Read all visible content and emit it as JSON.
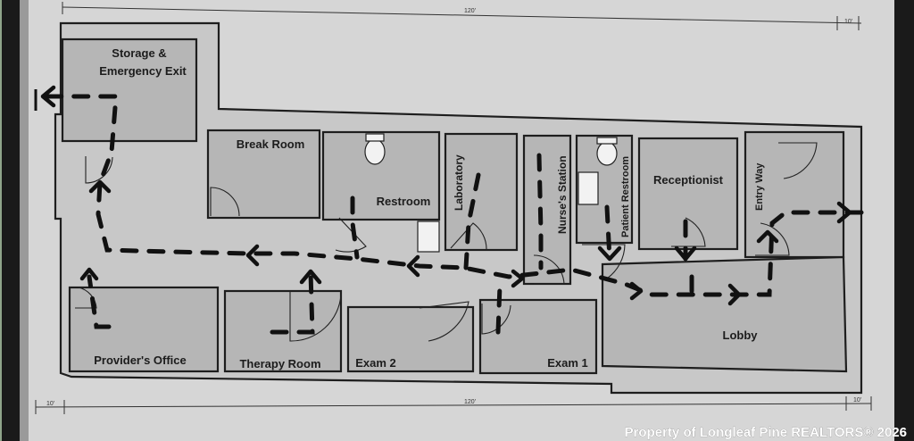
{
  "rooms": {
    "storage_line1": "Storage &",
    "storage_line2": "Emergency Exit",
    "break_room": "Break Room",
    "restroom": "Restroom",
    "laboratory": "Laboratory",
    "nurses_station": "Nurse's Station",
    "patient_restroom": "Patient Restroom",
    "receptionist": "Receptionist",
    "entry_way": "Entry Way",
    "lobby": "Lobby",
    "providers_office": "Provider's Office",
    "therapy_room": "Therapy Room",
    "exam_2": "Exam 2",
    "exam_1": "Exam 1"
  },
  "dimensions": {
    "top_main": "120'",
    "top_right": "10'",
    "bottom_left": "10'",
    "bottom_main": "120'",
    "bottom_right": "10'"
  },
  "watermark": "Property of Longleaf Pine REALTORS® 2026",
  "colors": {
    "paper": "#d6d6d6",
    "room_fill": "#b6b6b6",
    "wall": "#1e1e1e",
    "route": "#111111",
    "frame": "#1a1a1a",
    "background": "#8fa58a"
  },
  "icons": [
    "exit-arrow-icon",
    "route-arrow-icon",
    "toilet-icon",
    "sink-icon",
    "door-swing-icon"
  ]
}
